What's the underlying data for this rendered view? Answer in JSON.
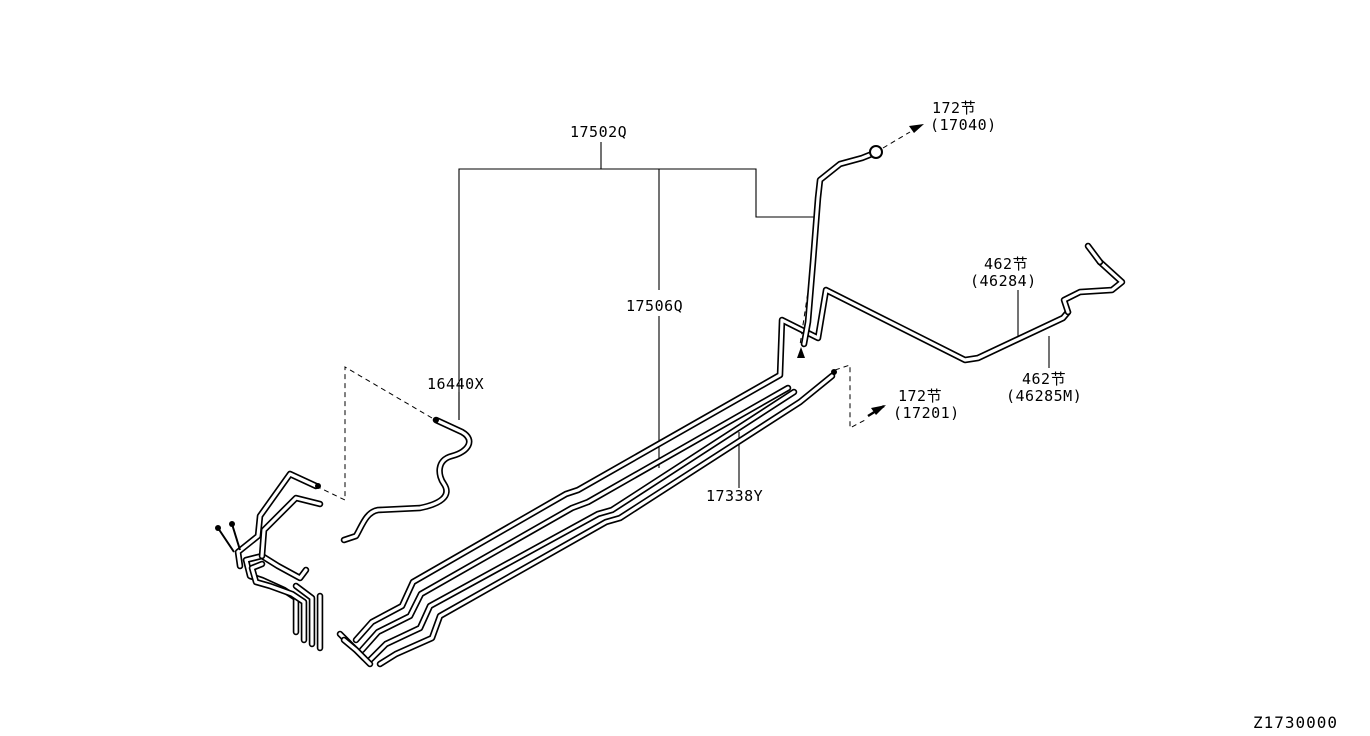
{
  "diagram": {
    "parts": {
      "p17502q": "17502Q",
      "p17506q": "17506Q",
      "p16440x": "16440X",
      "p17338y": "17338Y"
    },
    "sections": {
      "s172_top": {
        "number": "172节",
        "code": "(17040)"
      },
      "s172_mid": {
        "number": "172节",
        "code": "(17201)"
      },
      "s462_upper": {
        "number": "462节",
        "code": "(46284)"
      },
      "s462_lower": {
        "number": "462节",
        "code": "(46285M)"
      }
    },
    "reference": "Z1730000"
  }
}
